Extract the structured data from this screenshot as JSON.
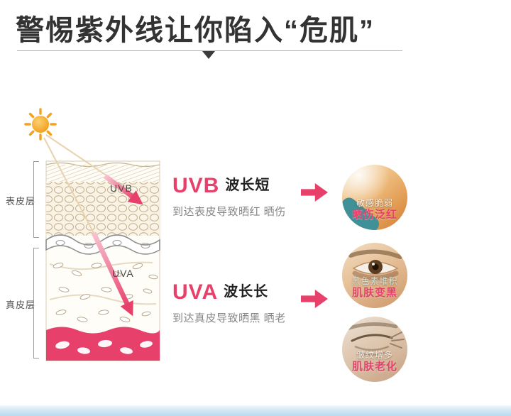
{
  "header": {
    "title": "警惕紫外线让你陷入“危肌”"
  },
  "diagram": {
    "epidermis_label": "表皮层",
    "dermis_label": "真皮层",
    "uvb_label": "UVB",
    "uva_label": "UVA"
  },
  "rows": [
    {
      "ray": "UVB",
      "wavelength": "波长短",
      "description": "到达表皮导致晒红 晒伤"
    },
    {
      "ray": "UVA",
      "wavelength": "波长长",
      "description": "到达真皮导致晒黑 晒老"
    }
  ],
  "effects": [
    {
      "caption": "敏感脆弱",
      "highlight": "晒伤泛红"
    },
    {
      "caption": "黑色素堆积",
      "highlight": "肌肤变黑"
    },
    {
      "caption": "皱纹增多",
      "highlight": "肌肤老化"
    }
  ],
  "colors": {
    "accent_pink": "#e7416b",
    "sun_orange": "#f2a21c",
    "title_text": "#333333",
    "secondary_text": "#878787",
    "bottom_band_blue": "#cde4f3"
  }
}
